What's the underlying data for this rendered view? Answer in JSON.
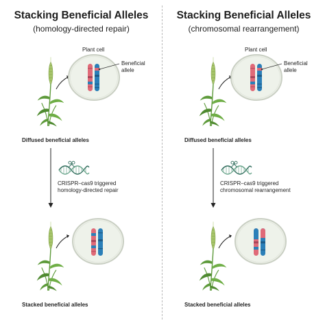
{
  "panels": [
    {
      "title": "Stacking Beneficial Alleles",
      "subtitle": "(homology-directed repair)",
      "cell_label": "Plant cell",
      "allele_label_line1": "Beneficial",
      "allele_label_line2": "allele",
      "top_caption": "Diffused beneficial alleles",
      "process_line1": "CRISPR–cas9 triggered",
      "process_line2": "homology-directed repair",
      "bottom_caption": "Stacked beneficial alleles"
    },
    {
      "title": "Stacking Beneficial Alleles",
      "subtitle": "(chromosomal rearrangement)",
      "cell_label": "Plant cell",
      "allele_label_line1": "Beneficial",
      "allele_label_line2": "allele",
      "top_caption": "Diffused beneficial alleles",
      "process_line1": "CRISPR–cas9 triggered",
      "process_line2": "chromosomal rearrangement",
      "bottom_caption": "Stacked beneficial alleles"
    }
  ],
  "colors": {
    "red_chromosome": "#e06a78",
    "blue_chromosome": "#2b7fb8",
    "cell_fill": "#eef1e9",
    "cell_stroke": "#c9cfc3",
    "plant_green": "#5d9a3a",
    "spike_green": "#a6c46a"
  },
  "icons": [
    "wheat-plant-icon",
    "plant-cell-icon",
    "chromosome-icon",
    "dna-scissors-icon",
    "down-arrow-icon"
  ]
}
